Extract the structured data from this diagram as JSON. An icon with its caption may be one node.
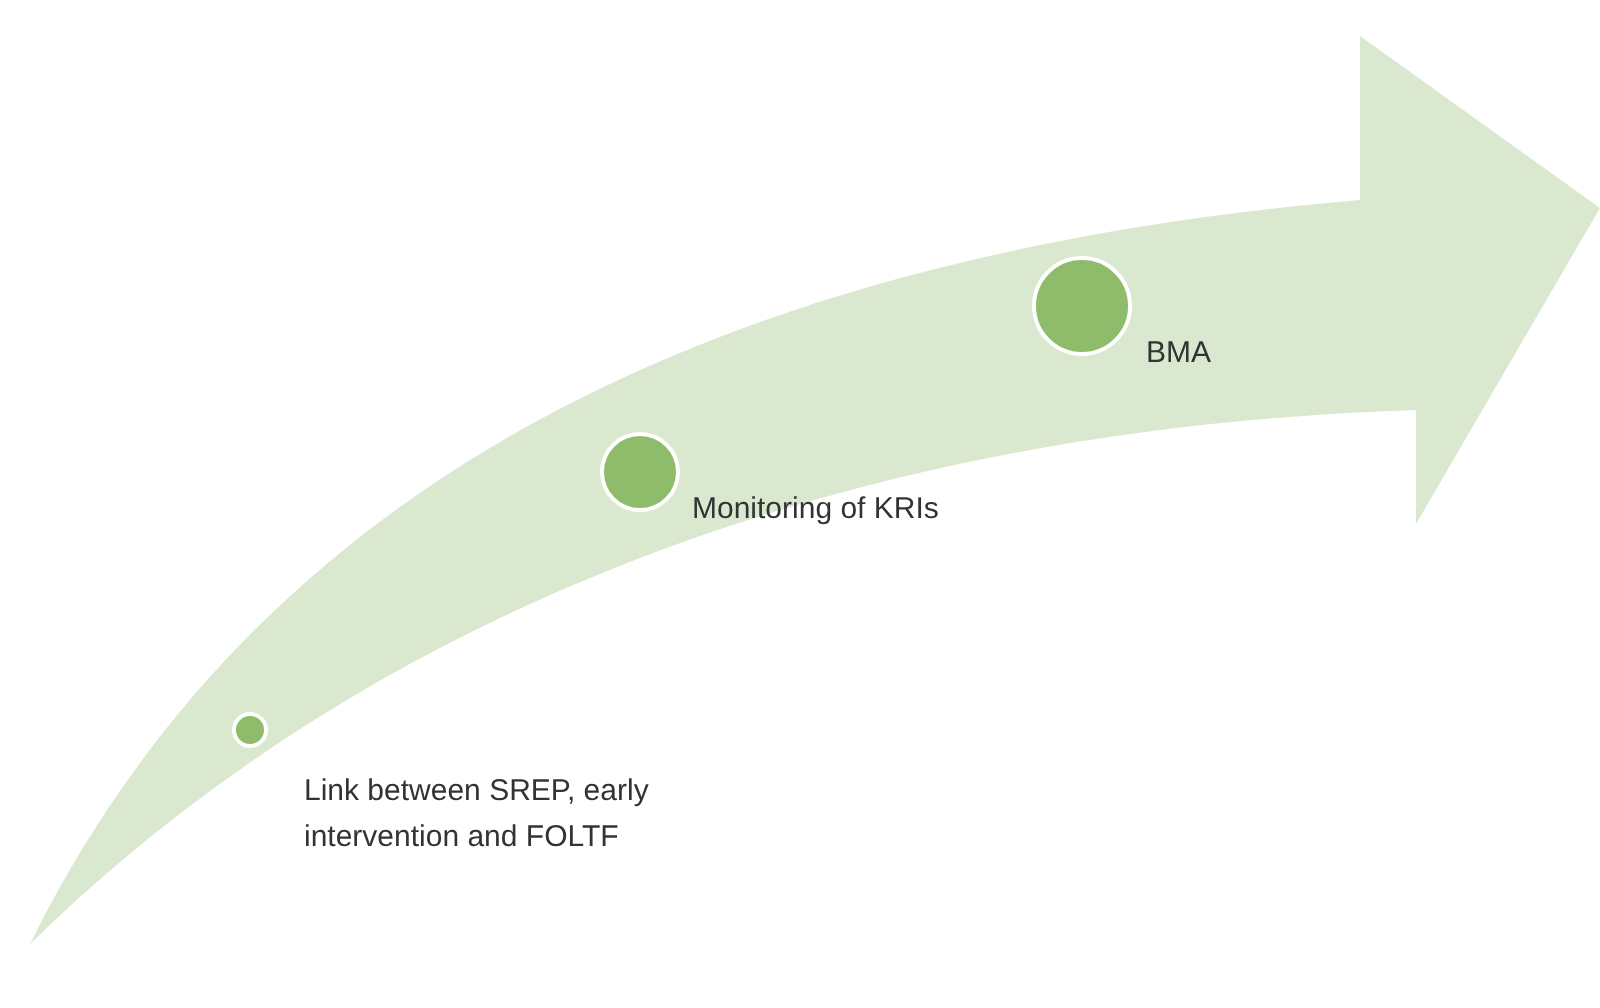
{
  "diagram": {
    "nodes": [
      {
        "text": [],
        "shape": "circle",
        "beside": [
          "Link between SREP, early intervention and FOLTF"
        ]
      },
      {
        "text": [],
        "shape": "circle",
        "beside": [
          "Monitoring of KRIs"
        ]
      },
      {
        "text": [],
        "shape": "circle",
        "beside": [
          "BMA"
        ]
      }
    ]
  }
}
